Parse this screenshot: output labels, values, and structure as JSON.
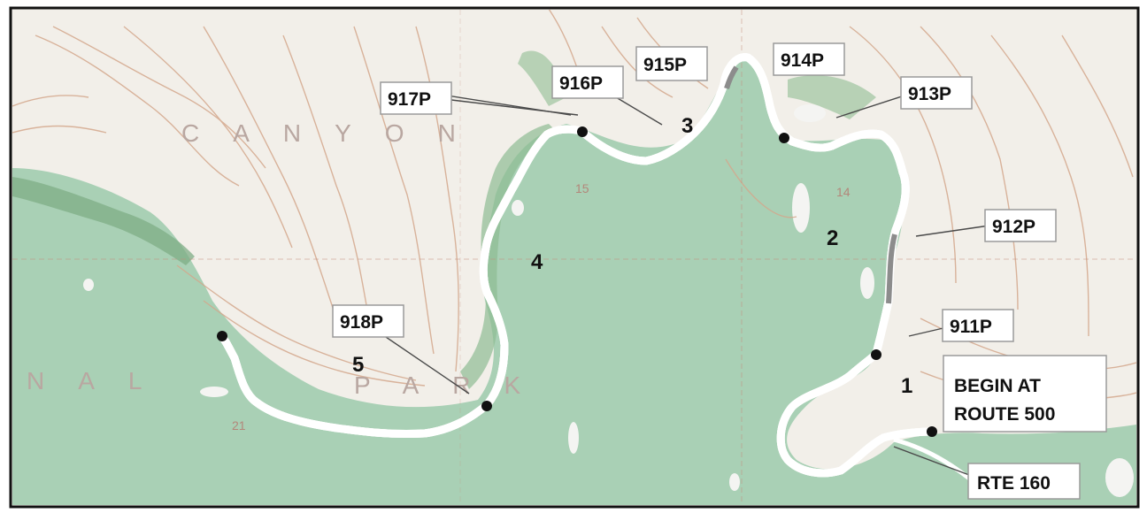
{
  "map": {
    "terrain_labels": [
      "CANYON",
      "NAL",
      "PARK"
    ],
    "section_numbers": [
      "15",
      "14",
      "21"
    ],
    "segments": [
      "1",
      "2",
      "3",
      "4",
      "5"
    ],
    "stops": [
      {
        "id": "911P",
        "label": "911P"
      },
      {
        "id": "912P",
        "label": "912P"
      },
      {
        "id": "913P",
        "label": "913P"
      },
      {
        "id": "914P",
        "label": "914P"
      },
      {
        "id": "915P",
        "label": "915P"
      },
      {
        "id": "916P",
        "label": "916P"
      },
      {
        "id": "917P",
        "label": "917P"
      },
      {
        "id": "918P",
        "label": "918P"
      }
    ],
    "begin": {
      "line1": "BEGIN AT",
      "line2": "ROUTE 500"
    },
    "road_label": "RTE 160",
    "colors": {
      "plateau": "#a9d0b5",
      "canyon": "#f2efe9",
      "contour": "#d4a88d",
      "route_red": "#d42b3a",
      "route_yellow": "#f5e31c",
      "route_gray": "#8c8c8c",
      "frame": "#111111"
    }
  }
}
